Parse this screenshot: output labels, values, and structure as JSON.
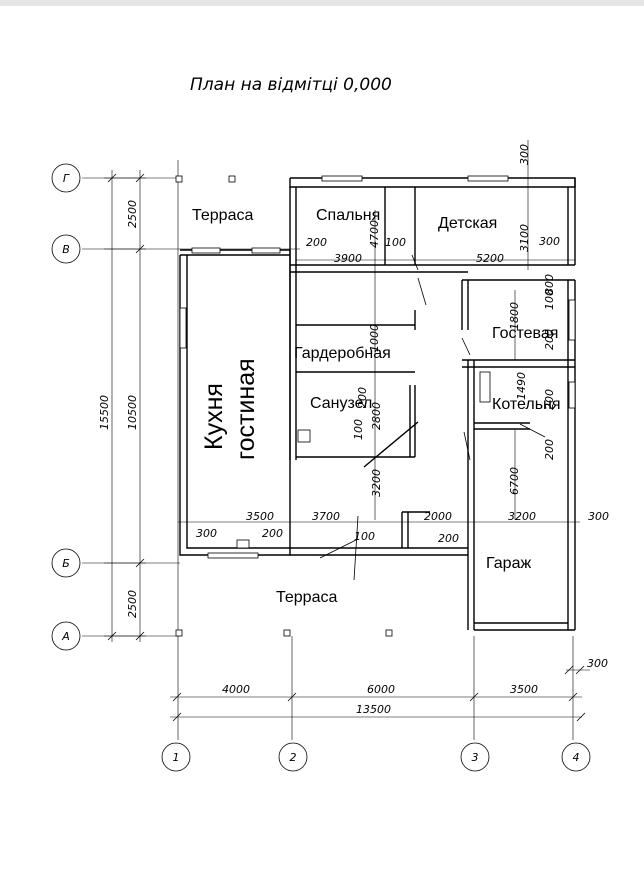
{
  "title": "План на відмітці 0,000",
  "rooms": {
    "terrace_top": "Терраса",
    "bedroom": "Спальня",
    "kids": "Детская",
    "kitchen_line1": "Кухня",
    "kitchen_line2": "гостиная",
    "wardrobe": "Гардеробная",
    "bathroom": "Санузел",
    "guest": "Гостевая",
    "boiler": "Котельня",
    "garage": "Гараж",
    "terrace_bottom": "Терраса"
  },
  "axes": {
    "rows": [
      "Г",
      "В",
      "Б",
      "А"
    ],
    "cols": [
      "1",
      "2",
      "3",
      "4"
    ]
  },
  "dims": {
    "top_300": "300",
    "left_2500_top": "2500",
    "left_15500": "15500",
    "left_10500": "10500",
    "left_2500_bottom": "2500",
    "v200_a": "200",
    "v3900": "3900",
    "v100_a": "100",
    "v4700": "4700",
    "v3100": "3100",
    "v300_r": "300",
    "v5200": "5200",
    "v100_b": "100",
    "v800": "800",
    "v200_b": "200",
    "v1800": "1800",
    "v200_c": "200",
    "v1000": "1000",
    "v100_c": "100",
    "v2800": "2800",
    "v3200_a": "3200",
    "v200_d": "200",
    "v1490": "1490",
    "v200_e": "200",
    "v6700": "6700",
    "h3500_a": "3500",
    "h3700": "3700",
    "h2000": "2000",
    "h3200_b": "3200",
    "h300_c": "300",
    "h300_d": "300",
    "h200_f": "200",
    "h100_d": "100",
    "h200_g": "200",
    "b300": "300",
    "b4000": "4000",
    "b6000": "6000",
    "b3500": "3500",
    "b13500": "13500"
  }
}
